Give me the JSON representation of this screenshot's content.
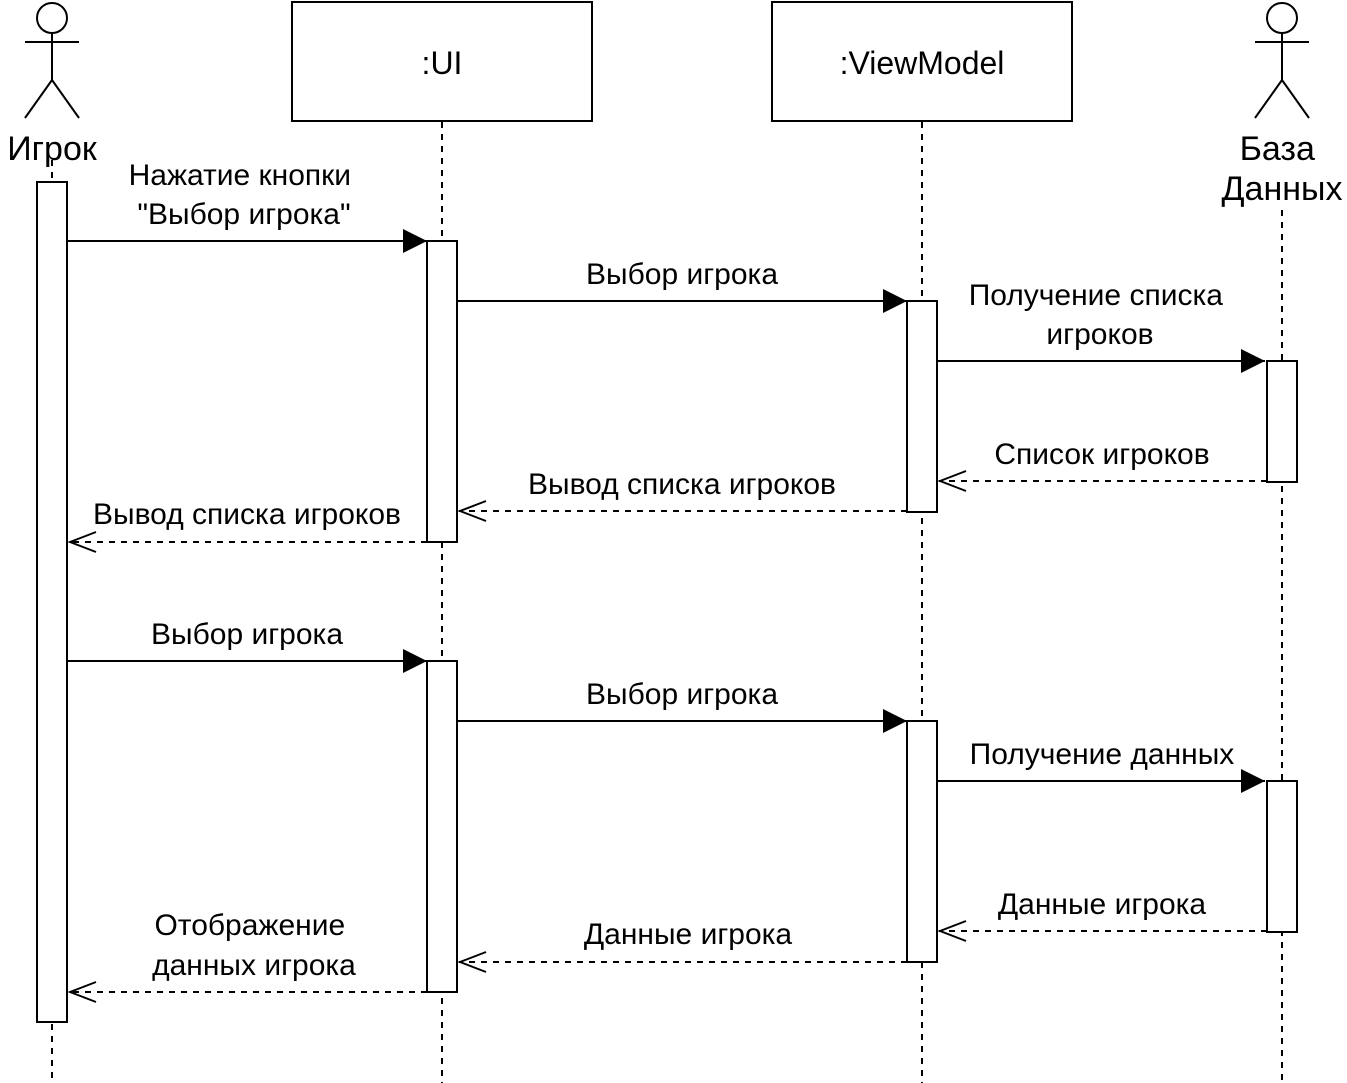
{
  "participants": {
    "player": {
      "name": "Игрок",
      "kind": "actor"
    },
    "ui": {
      "name": ":UI",
      "kind": "object"
    },
    "viewmodel": {
      "name": ":ViewModel",
      "kind": "object"
    },
    "database": {
      "name_line1": "База",
      "name_line2": "Данных",
      "kind": "actor"
    }
  },
  "messages": [
    {
      "from": "player",
      "to": "ui",
      "type": "sync",
      "label_line1": "Нажатие кнопки",
      "label_line2": "\"Выбор игрока\""
    },
    {
      "from": "ui",
      "to": "viewmodel",
      "type": "sync",
      "label_line1": "Выбор игрока"
    },
    {
      "from": "viewmodel",
      "to": "database",
      "type": "sync",
      "label_line1": "Получение списка",
      "label_line2": "игроков"
    },
    {
      "from": "database",
      "to": "viewmodel",
      "type": "return",
      "label_line1": "Список игроков"
    },
    {
      "from": "viewmodel",
      "to": "ui",
      "type": "return",
      "label_line1": "Вывод списка игроков"
    },
    {
      "from": "ui",
      "to": "player",
      "type": "return",
      "label_line1": "Вывод списка игроков"
    },
    {
      "from": "player",
      "to": "ui",
      "type": "sync",
      "label_line1": "Выбор игрока"
    },
    {
      "from": "ui",
      "to": "viewmodel",
      "type": "sync",
      "label_line1": "Выбор игрока"
    },
    {
      "from": "viewmodel",
      "to": "database",
      "type": "sync",
      "label_line1": "Получение данных"
    },
    {
      "from": "database",
      "to": "viewmodel",
      "type": "return",
      "label_line1": "Данные игрока"
    },
    {
      "from": "viewmodel",
      "to": "ui",
      "type": "return",
      "label_line1": "Данные игрока"
    },
    {
      "from": "ui",
      "to": "player",
      "type": "return",
      "label_line1": "Отображение",
      "label_line2": "данных игрока"
    }
  ],
  "colors": {
    "stroke": "#000000",
    "fill": "#ffffff"
  }
}
